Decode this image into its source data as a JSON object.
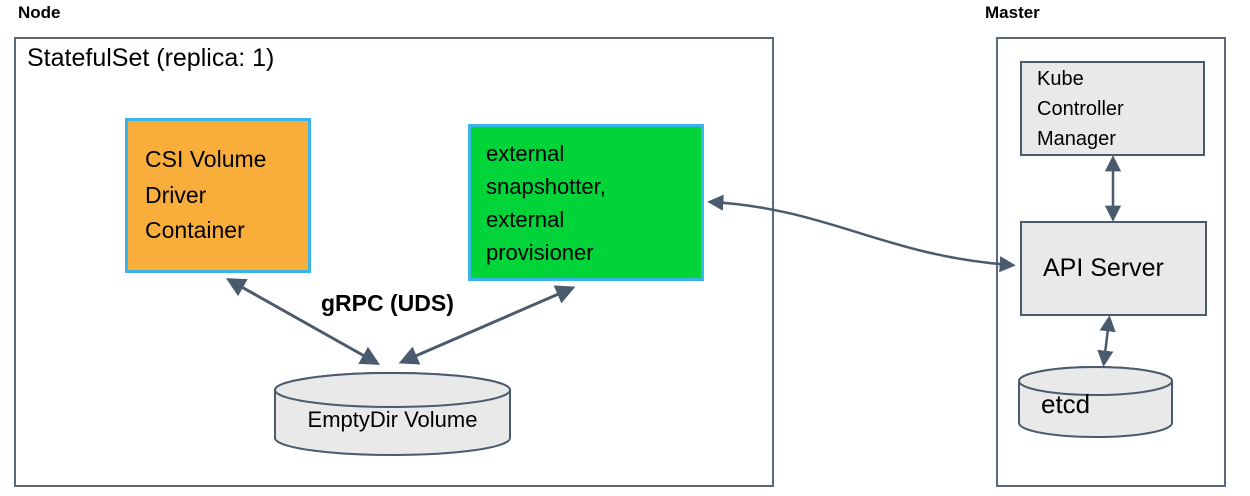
{
  "colors": {
    "csi_fill": "#f9ae3b",
    "external_fill": "#00d438",
    "colored_box_border": "#3ab5e9",
    "arrow": "#4a5b6e",
    "gray_fill": "#e9e9e9",
    "outer_border": "#5a6a79",
    "inner_border": "#4a5b6e"
  },
  "node": {
    "label": "Node",
    "statefulset_label": "StatefulSet (replica: 1)",
    "csi_box_label": "CSI Volume\nDriver\nContainer",
    "external_box_label": "external\nsnapshotter,\nexternal\nprovisioner",
    "grpc_label": "gRPC (UDS)",
    "emptydir_label": "EmptyDir Volume"
  },
  "master": {
    "label": "Master",
    "kcm_label": "Kube\nController\nManager",
    "api_server_label": "API Server",
    "etcd_label": "etcd"
  }
}
